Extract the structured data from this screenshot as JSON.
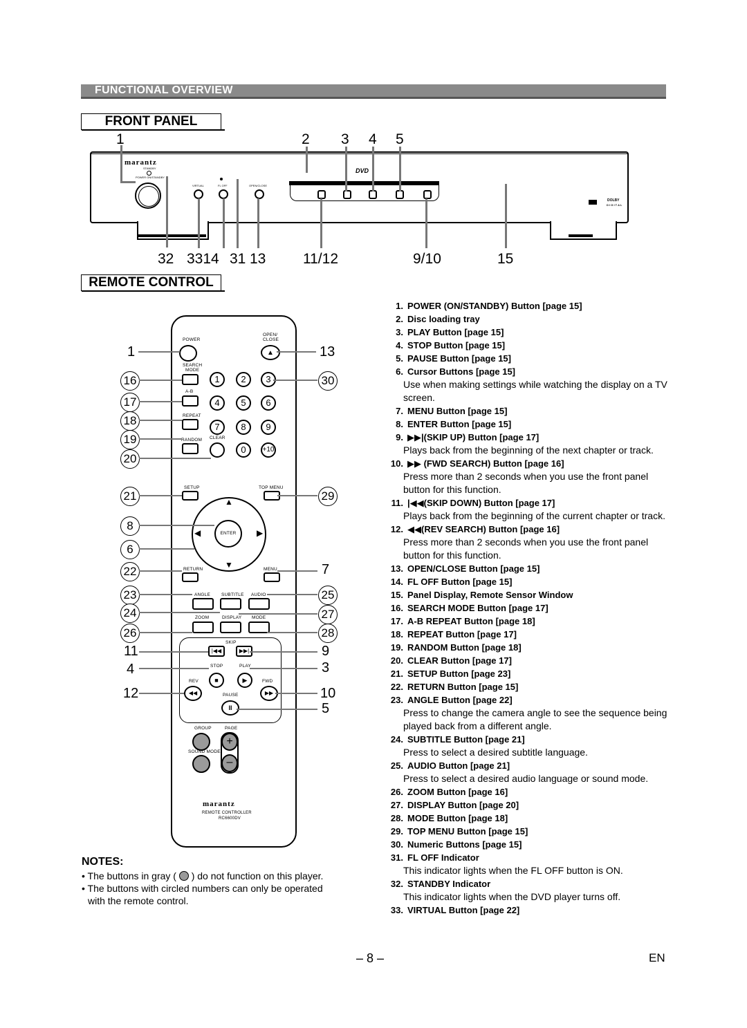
{
  "section_title": "FUNCTIONAL OVERVIEW",
  "front_panel": {
    "title": "FRONT PANEL",
    "top_callouts": [
      "1",
      "2",
      "3",
      "4",
      "5"
    ],
    "bottom_callouts": [
      "32",
      "3314",
      "31",
      "13",
      "11/12",
      "9/10",
      "15"
    ],
    "brand_logo": "marantz",
    "labels": {
      "standby": "STANDBY",
      "power": "POWER ON/STANDBY",
      "virtual": "VIRTUAL",
      "fl_off": "FL OFF",
      "open_close": "OPEN/CLOSE",
      "dolby": "DOLBY",
      "digital": "D I G I T A L",
      "dvd": "DVD"
    }
  },
  "remote_control": {
    "title": "REMOTE CONTROL",
    "left_callouts_circled": [
      "16",
      "17",
      "18",
      "19",
      "20",
      "21",
      "8",
      "6",
      "22",
      "23",
      "24",
      "26"
    ],
    "left_callouts_plain": [
      "1",
      "11",
      "4",
      "12"
    ],
    "right_callouts_circled": [
      "30",
      "29",
      "25",
      "27",
      "28"
    ],
    "right_callouts_plain": [
      "13",
      "7",
      "9",
      "3",
      "10",
      "5"
    ],
    "button_labels": {
      "power": "POWER",
      "open_close_1": "OPEN/",
      "open_close_2": "CLOSE",
      "search_mode_1": "SEARCH",
      "search_mode_2": "MODE",
      "ab": "A-B",
      "repeat": "REPEAT",
      "random": "RANDOM",
      "clear": "CLEAR",
      "setup": "SETUP",
      "top_menu": "TOP MENU",
      "enter": "ENTER",
      "return": "RETURN",
      "menu": "MENU",
      "angle": "ANGLE",
      "subtitle": "SUBTITLE",
      "audio": "AUDIO",
      "zoom": "ZOOM",
      "display": "DISPLAY",
      "mode": "MODE",
      "skip": "SKIP",
      "stop": "STOP",
      "play": "PLAY",
      "rev": "REV",
      "fwd": "FWD",
      "pause": "PAUSE",
      "group": "GROUP",
      "page": "PAGE",
      "sound_mode": "SOUND MODE",
      "brand": "marantz",
      "model_1": "REMOTE CONTROLLER",
      "model_2": "RC6600DV"
    },
    "numeric": [
      "1",
      "2",
      "3",
      "4",
      "5",
      "6",
      "7",
      "8",
      "9",
      "0",
      "+10"
    ]
  },
  "notes": {
    "title": "NOTES:",
    "items": [
      "• The buttons in gray (",
      ") do not function on this player.",
      "• The buttons with circled numbers can only be operated",
      "with the remote control."
    ]
  },
  "items": [
    {
      "n": "1.",
      "t": "POWER (ON/STANDBY) Button [page 15]"
    },
    {
      "n": "2.",
      "t": "Disc loading tray"
    },
    {
      "n": "3.",
      "t": "PLAY Button [page 15]"
    },
    {
      "n": "4.",
      "t": "STOP Button [page 15]"
    },
    {
      "n": "5.",
      "t": "PAUSE Button [page 15]"
    },
    {
      "n": "6.",
      "t": "Cursor Buttons [page 15]",
      "d": "Use when making settings while watching the display on a TV screen."
    },
    {
      "n": "7.",
      "t": "MENU Button [page 15]"
    },
    {
      "n": "8.",
      "t": "ENTER Button [page 15]"
    },
    {
      "n": "9.",
      "t": "▶▶|(SKIP UP) Button [page 17]",
      "d": "Plays back from the beginning of the next chapter or track."
    },
    {
      "n": "10.",
      "t": "▶▶ (FWD SEARCH) Button [page 16]",
      "d": "Press more than 2 seconds when you use the front panel button for this function."
    },
    {
      "n": "11.",
      "t": "|◀◀(SKIP DOWN) Button [page 17]",
      "d": "Plays back from the beginning of the current chapter or track."
    },
    {
      "n": "12.",
      "t": "◀◀(REV SEARCH) Button [page 16]",
      "d": "Press more than 2 seconds when you use the front panel button for this function."
    },
    {
      "n": "13.",
      "t": "OPEN/CLOSE Button [page 15]"
    },
    {
      "n": "14.",
      "t": "FL OFF Button [page 15]"
    },
    {
      "n": "15.",
      "t": "Panel Display, Remote Sensor Window"
    },
    {
      "n": "16.",
      "t": "SEARCH MODE Button [page 17]"
    },
    {
      "n": "17.",
      "t": "A-B REPEAT Button [page 18]"
    },
    {
      "n": "18.",
      "t": "REPEAT Button [page 17]"
    },
    {
      "n": "19.",
      "t": "RANDOM Button [page 18]"
    },
    {
      "n": "20.",
      "t": "CLEAR Button [page 17]"
    },
    {
      "n": "21.",
      "t": "SETUP Button [page 23]"
    },
    {
      "n": "22.",
      "t": "RETURN Button [page 15]"
    },
    {
      "n": "23.",
      "t": "ANGLE Button [page 22]",
      "d": "Press to change the camera angle to see the sequence being played back from a different angle."
    },
    {
      "n": "24.",
      "t": "SUBTITLE Button [page 21]",
      "d": "Press to select a desired subtitle language."
    },
    {
      "n": "25.",
      "t": "AUDIO Button [page 21]",
      "d": "Press to select a desired audio language or sound mode."
    },
    {
      "n": "26.",
      "t": "ZOOM Button [page 16]"
    },
    {
      "n": "27.",
      "t": "DISPLAY Button [page 20]"
    },
    {
      "n": "28.",
      "t": "MODE Button [page 18]"
    },
    {
      "n": "29.",
      "t": "TOP MENU Button [page 15]"
    },
    {
      "n": "30.",
      "t": "Numeric Buttons [page 15]"
    },
    {
      "n": "31.",
      "t": "FL OFF Indicator",
      "d": "This indicator lights when the FL OFF button is ON."
    },
    {
      "n": "32.",
      "t": "STANDBY Indicator",
      "d": "This indicator lights when the DVD player turns off."
    },
    {
      "n": "33.",
      "t": "VIRTUAL Button [page 22]"
    }
  ],
  "footer": {
    "page": "– 8 –",
    "lang": "EN"
  }
}
